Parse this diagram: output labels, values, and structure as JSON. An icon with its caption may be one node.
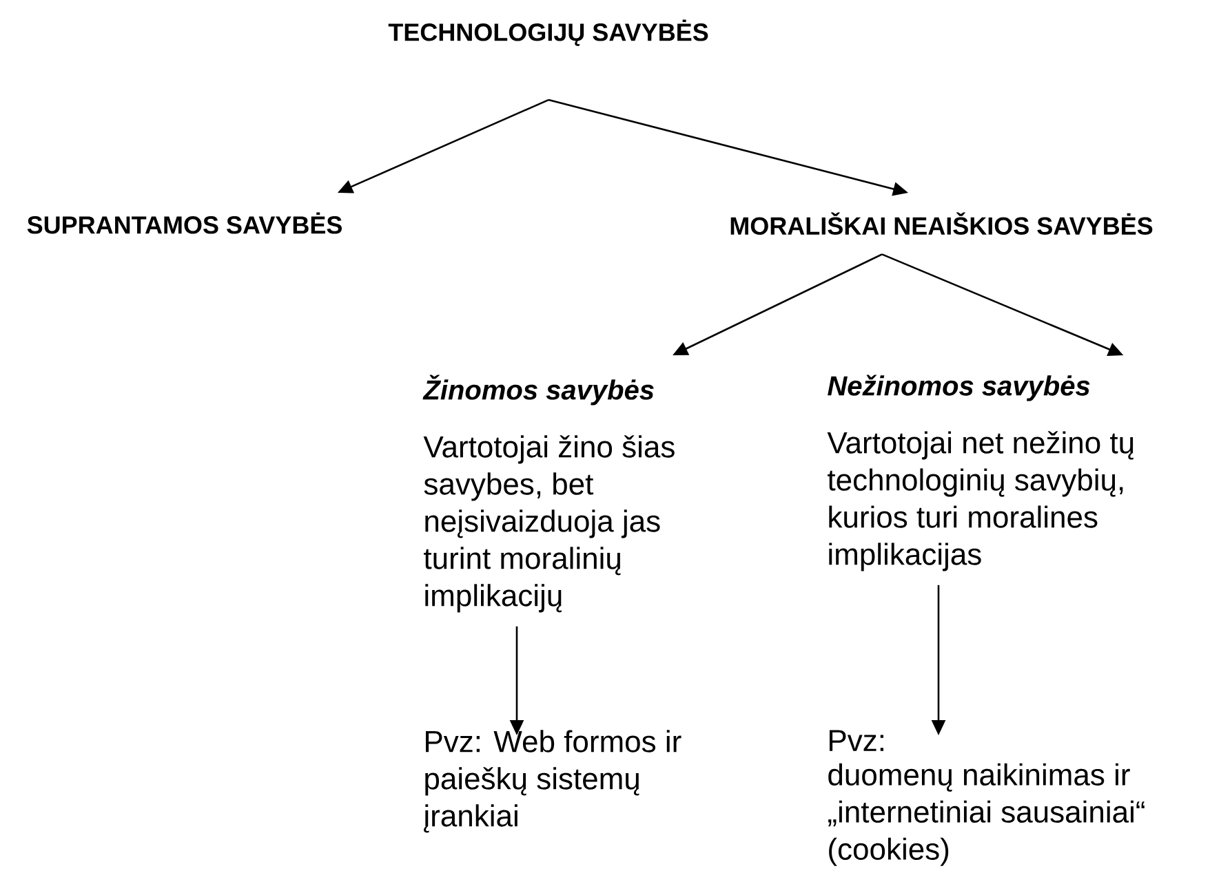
{
  "diagram": {
    "nodes": [
      {
        "text": [
          "TECHNOLOGIJŲ SAVYBĖS"
        ]
      },
      {
        "text": [
          "SUPRANTAMOS SAVYBĖS"
        ]
      },
      {
        "text": [
          "MORALIŠKAI NEAIŠKIOS SAVYBĖS"
        ]
      },
      {
        "text": [
          "Žinomos savybės",
          "Vartotojai žino šias savybes, bet neįsivaizduoja jas turint moralinių implikacijų"
        ]
      },
      {
        "text": [
          "Nežinomos savybės",
          "Vartotojai net nežino tų technologinių savybių, kurios turi moralines implikacijas"
        ]
      },
      {
        "text": [
          "Pvz: Web formos ir paieškų sistemų įrankiai"
        ]
      },
      {
        "text": [
          "Pvz:",
          "duomenų naikinimas ir „internetiniai sausainiai“ (cookies)"
        ]
      }
    ],
    "edges": [
      {
        "from": 0,
        "to": 1,
        "arrow": "to"
      },
      {
        "from": 0,
        "to": 2,
        "arrow": "to"
      },
      {
        "from": 2,
        "to": 3,
        "arrow": "to"
      },
      {
        "from": 2,
        "to": 4,
        "arrow": "to"
      },
      {
        "from": 3,
        "to": 5,
        "arrow": "to"
      },
      {
        "from": 4,
        "to": 6,
        "arrow": "to"
      }
    ]
  }
}
